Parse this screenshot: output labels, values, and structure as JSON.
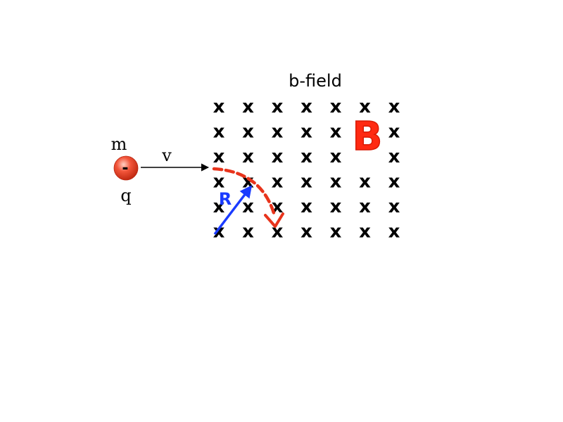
{
  "field": {
    "title": "b-field",
    "symbol": "B",
    "mark": "x",
    "rows": 6,
    "cols": 7,
    "color": "#ff2a12"
  },
  "particle": {
    "mass_label": "m",
    "charge_label": "q",
    "charge_sign": "-",
    "velocity_label": "v",
    "color": "#e8341c"
  },
  "radius": {
    "label": "R",
    "color": "#1a3bff"
  },
  "trajectory": {
    "color": "#e8341c"
  }
}
